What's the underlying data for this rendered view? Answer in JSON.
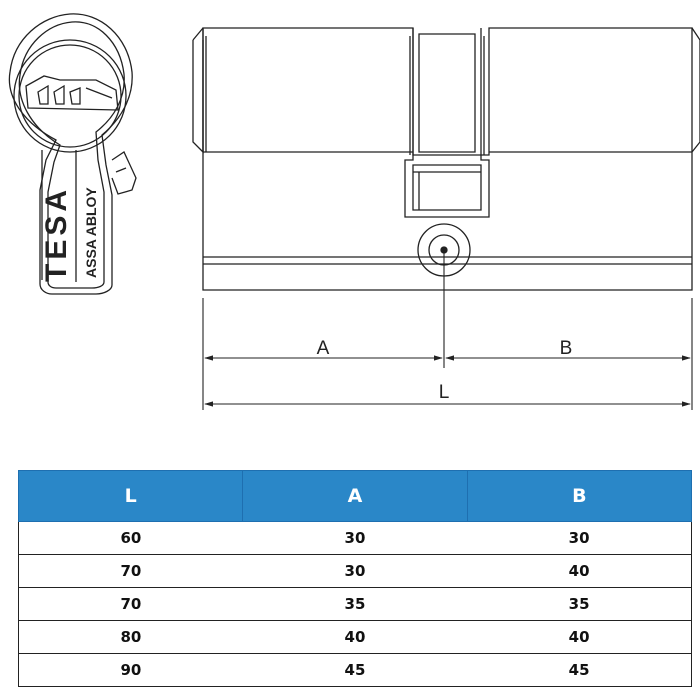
{
  "logo": {
    "brand": "TESA",
    "sub_brand": "ASSA ABLOY"
  },
  "drawing": {
    "dimension_labels": {
      "a": "A",
      "b": "B",
      "l": "L"
    }
  },
  "table": {
    "header_color": "#2a87c8",
    "columns": [
      "L",
      "A",
      "B"
    ],
    "rows": [
      [
        "60",
        "30",
        "30"
      ],
      [
        "70",
        "30",
        "40"
      ],
      [
        "70",
        "35",
        "35"
      ],
      [
        "80",
        "40",
        "40"
      ],
      [
        "90",
        "45",
        "45"
      ]
    ]
  }
}
